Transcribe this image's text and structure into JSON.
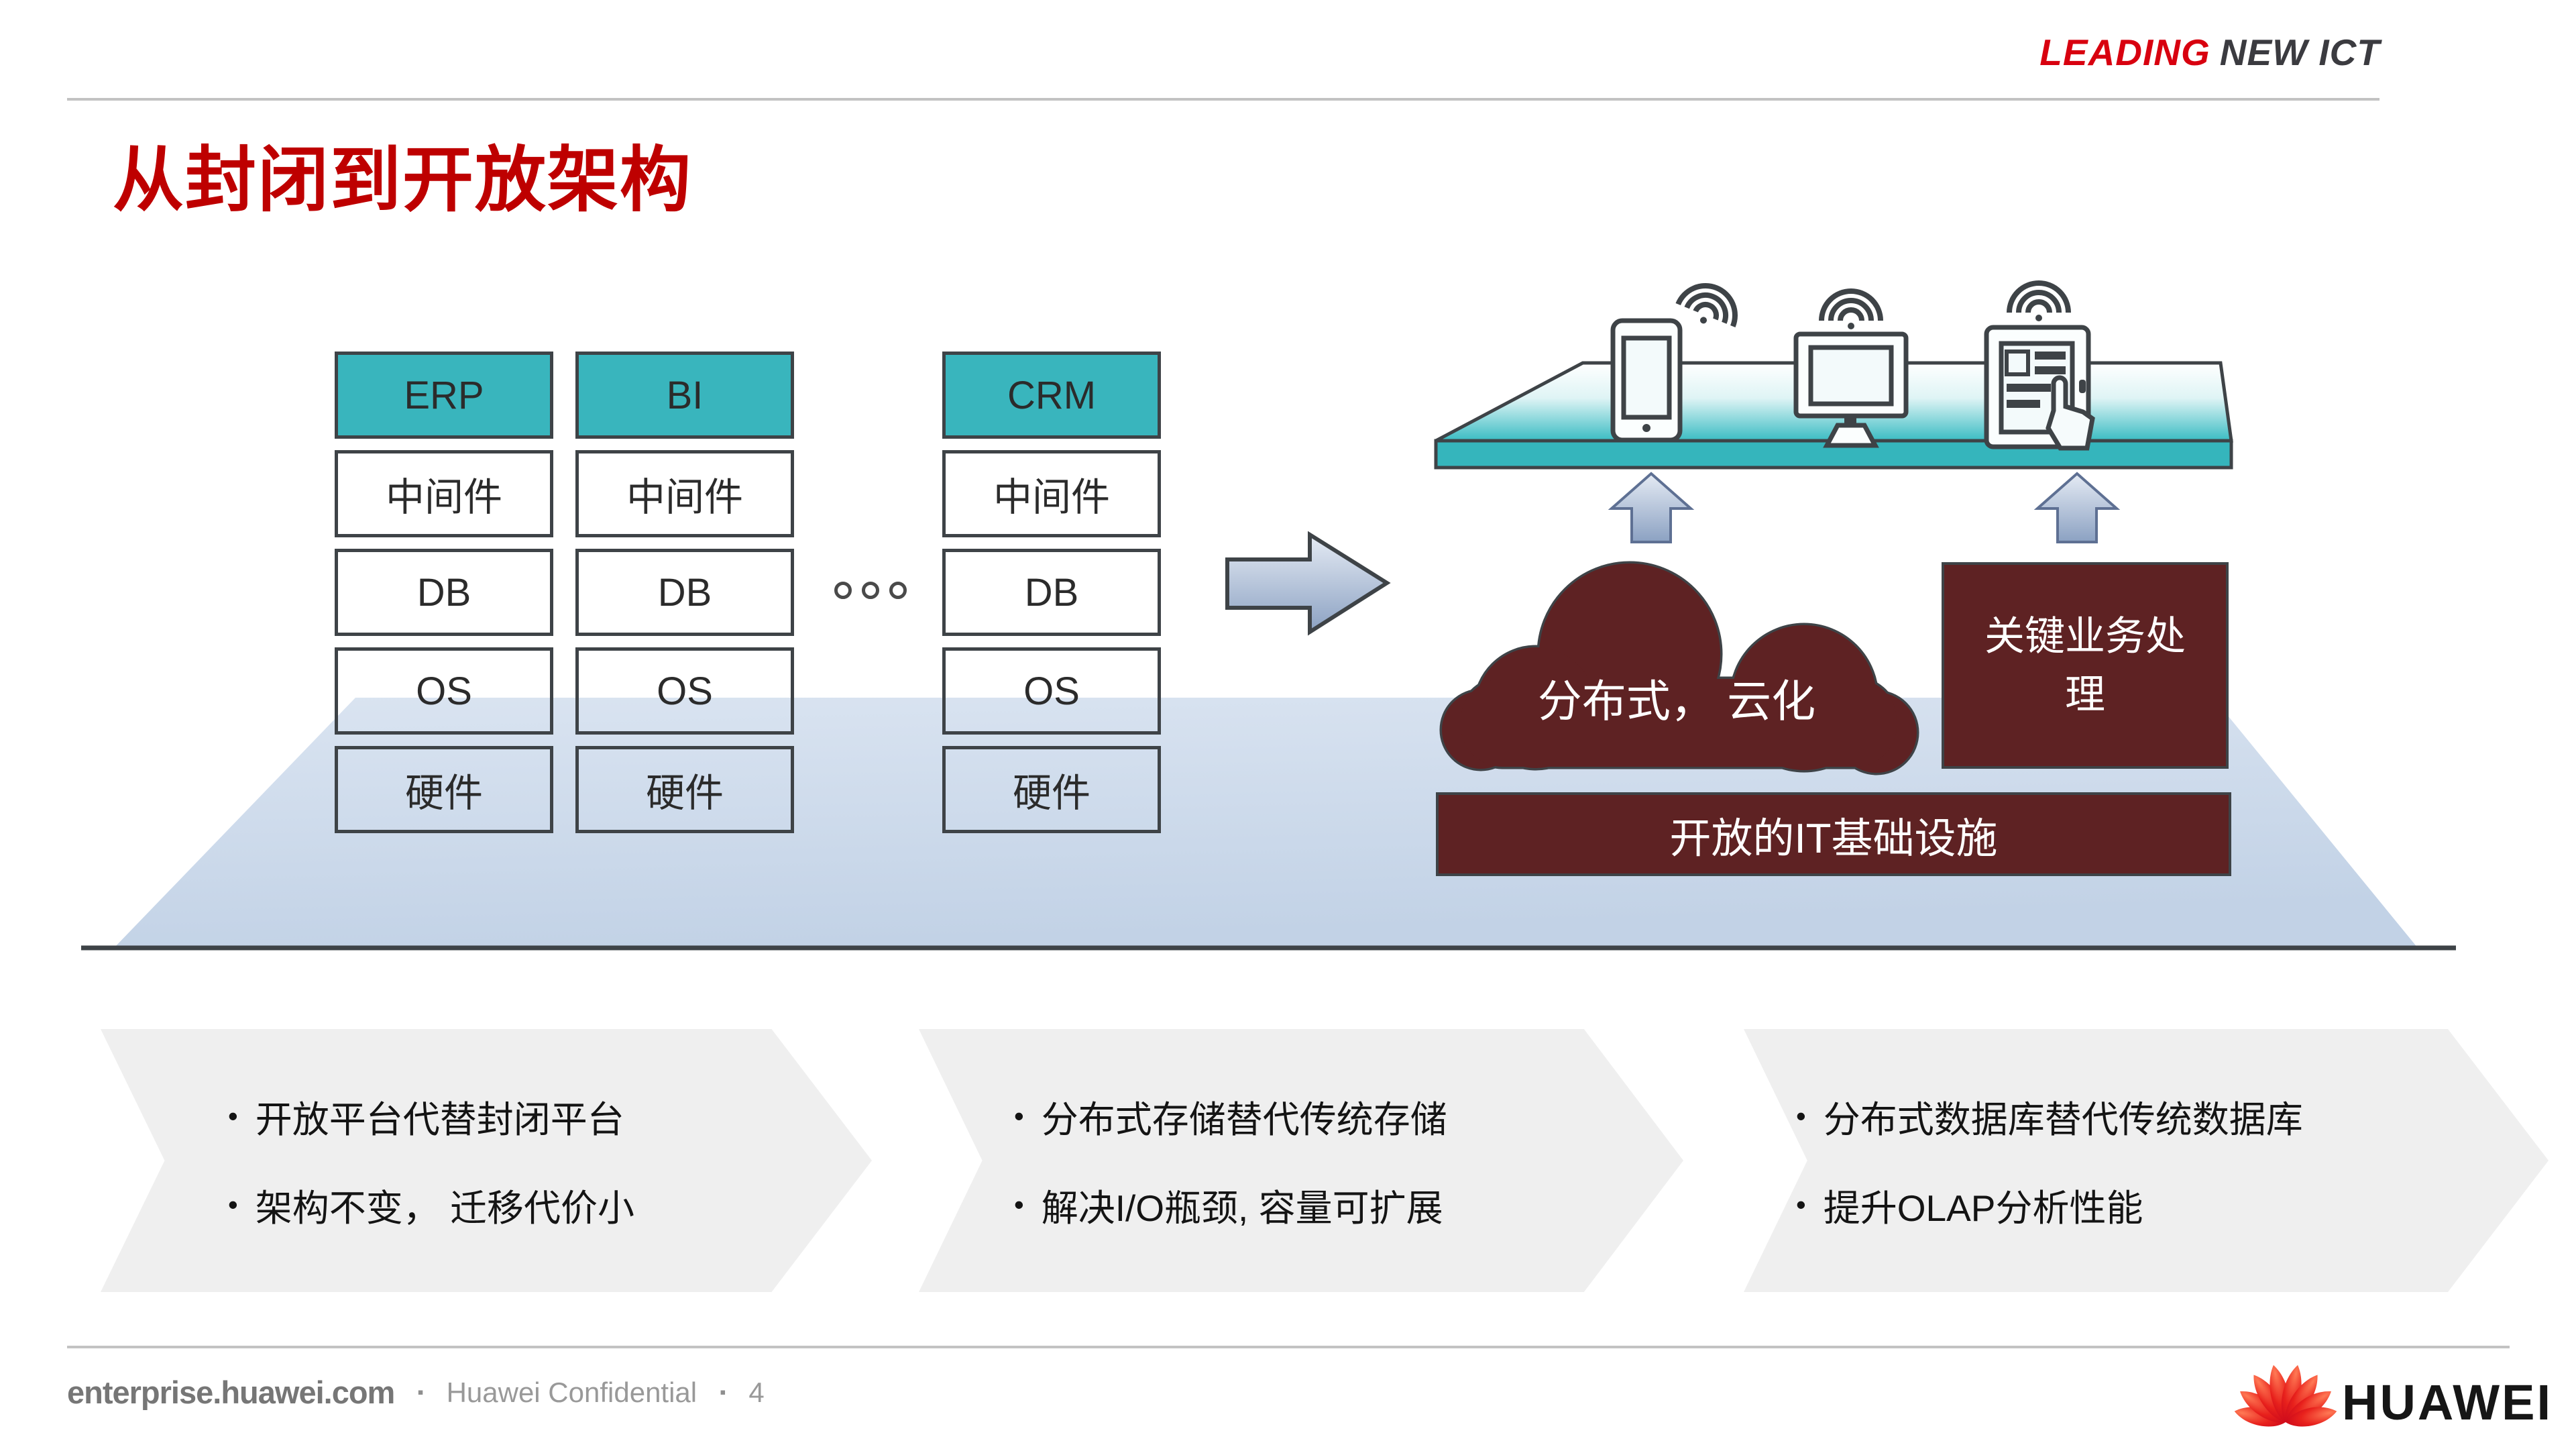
{
  "brand": {
    "leading": "LEADING",
    "new_ict": "NEW ICT"
  },
  "title": "从封闭到开放架构",
  "legacy_stacks": {
    "ellipsis": "ooo",
    "columns": [
      {
        "app": "ERP",
        "layers": [
          "中间件",
          "DB",
          "OS",
          "硬件"
        ]
      },
      {
        "app": "BI",
        "layers": [
          "中间件",
          "DB",
          "OS",
          "硬件"
        ]
      },
      {
        "app": "CRM",
        "layers": [
          "中间件",
          "DB",
          "OS",
          "硬件"
        ]
      }
    ]
  },
  "open_architecture": {
    "cloud_label": "分布式， 云化",
    "critical_business_label": "关键业务处理",
    "infrastructure_label": "开放的IT基础设施",
    "device_icons": [
      "smartphone-icon",
      "desktop-icon",
      "tablet-icon"
    ]
  },
  "bullet_char": "•",
  "benefit_chevrons": [
    {
      "bullets": [
        "开放平台代替封闭平台",
        "架构不变， 迁移代价小"
      ]
    },
    {
      "bullets": [
        "分布式存储替代传统存储",
        "解决I/O瓶颈, 容量可扩展"
      ]
    },
    {
      "bullets": [
        "分布式数据库替代传统数据库",
        "提升OLAP分析性能"
      ]
    }
  ],
  "footer": {
    "site": "enterprise.huawei.com",
    "separator": "▪",
    "confidential": "Huawei Confidential",
    "page": "4",
    "logo_text": "HUAWEI"
  },
  "colors": {
    "accent_red": "#BE0000",
    "teal": "#39B5BD",
    "maroon": "#5E2223",
    "floor_blue": "#C9D7E9",
    "chevron_gray": "#EFEFEF",
    "arrow_steel": "#8CA2C2"
  }
}
